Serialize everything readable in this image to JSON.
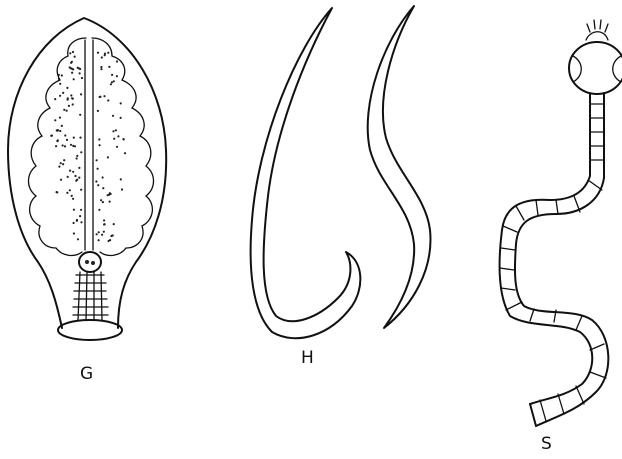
{
  "figures": [
    {
      "id": "G",
      "label": "G"
    },
    {
      "id": "H",
      "label": "H"
    },
    {
      "id": "S",
      "label": "S"
    }
  ]
}
